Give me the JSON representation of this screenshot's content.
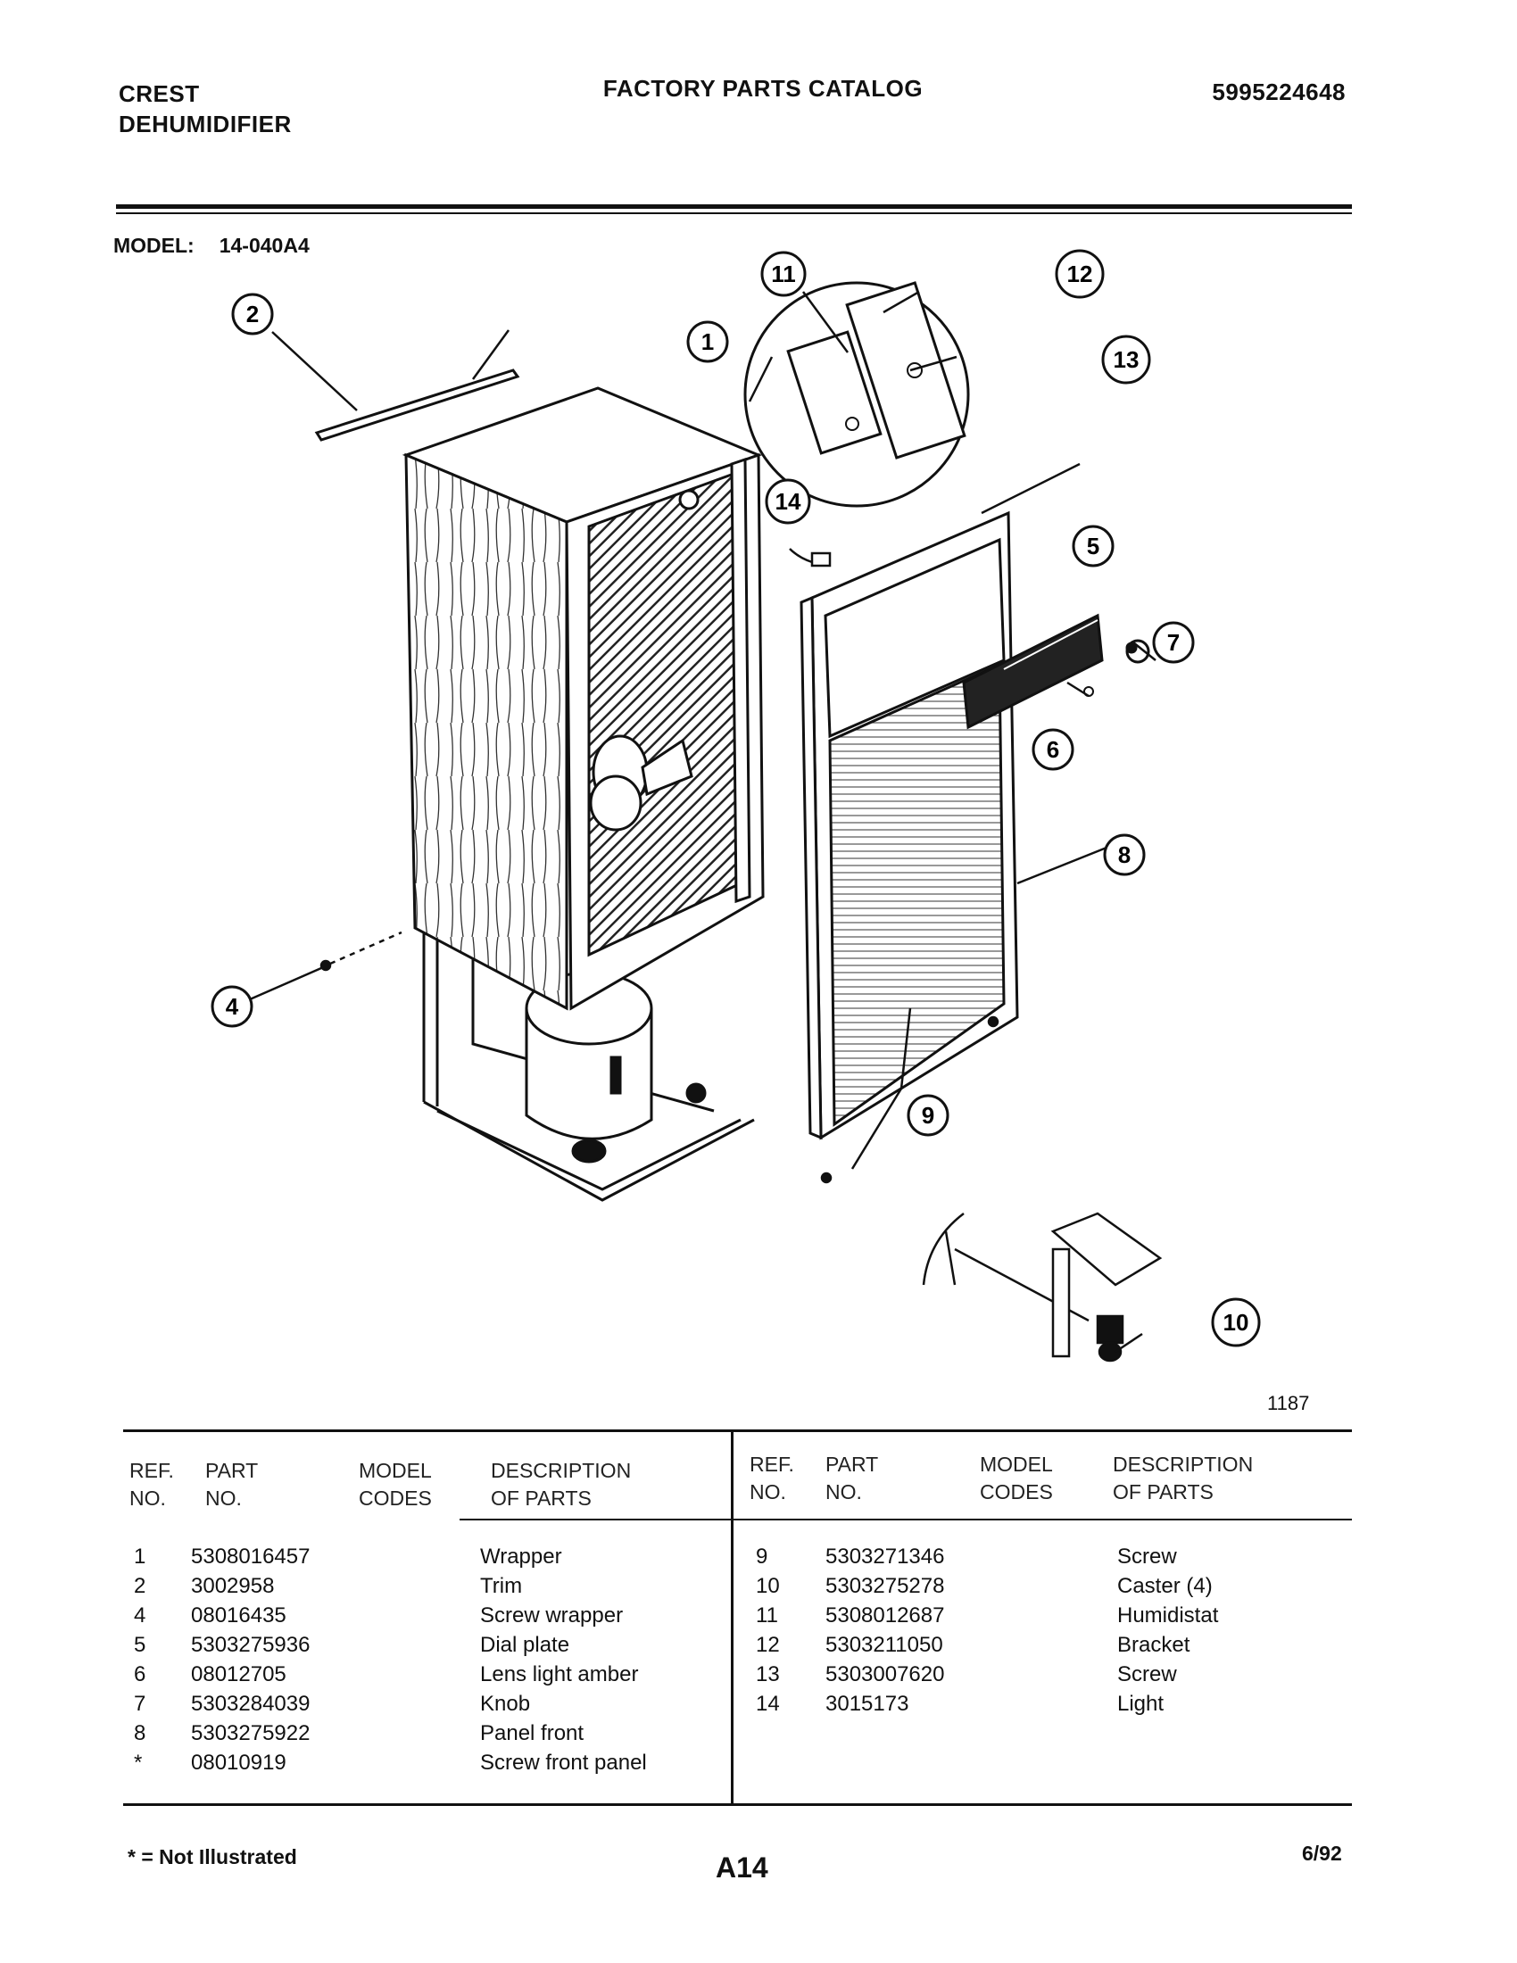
{
  "header": {
    "brand_line1": "CREST",
    "brand_line2": "DEHUMIDIFIER",
    "catalog_title": "FACTORY PARTS CATALOG",
    "catalog_number": "5995224648"
  },
  "model": {
    "label": "MODEL:",
    "value": "14-040A4"
  },
  "diagram": {
    "callouts": [
      "1",
      "2",
      "4",
      "5",
      "6",
      "7",
      "8",
      "9",
      "10",
      "11",
      "12",
      "13",
      "14"
    ],
    "figure_number": "1187"
  },
  "table": {
    "headers": {
      "ref_line1": "REF.",
      "ref_line2": "NO.",
      "part_line1": "PART",
      "part_line2": "NO.",
      "model_line1": "MODEL",
      "model_line2": "CODES",
      "desc_line1": "DESCRIPTION",
      "desc_line2": "OF PARTS"
    },
    "left_rows": [
      {
        "ref": "1",
        "part": "5308016457",
        "desc": "Wrapper"
      },
      {
        "ref": "2",
        "part": "3002958",
        "desc": "Trim"
      },
      {
        "ref": "4",
        "part": "08016435",
        "desc": "Screw wrapper"
      },
      {
        "ref": "5",
        "part": "5303275936",
        "desc": "Dial plate"
      },
      {
        "ref": "6",
        "part": "08012705",
        "desc": "Lens light amber"
      },
      {
        "ref": "7",
        "part": "5303284039",
        "desc": "Knob"
      },
      {
        "ref": "8",
        "part": "5303275922",
        "desc": "Panel front"
      },
      {
        "ref": "*",
        "part": "08010919",
        "desc": "Screw front panel"
      }
    ],
    "right_rows": [
      {
        "ref": "9",
        "part": "5303271346",
        "desc": "Screw"
      },
      {
        "ref": "10",
        "part": "5303275278",
        "desc": "Caster (4)"
      },
      {
        "ref": "11",
        "part": "5308012687",
        "desc": "Humidistat"
      },
      {
        "ref": "12",
        "part": "5303211050",
        "desc": "Bracket"
      },
      {
        "ref": "13",
        "part": "5303007620",
        "desc": "Screw"
      },
      {
        "ref": "14",
        "part": "3015173",
        "desc": "Light"
      }
    ]
  },
  "footer": {
    "note": "* = Not Illustrated",
    "page_code": "A14",
    "date": "6/92"
  }
}
